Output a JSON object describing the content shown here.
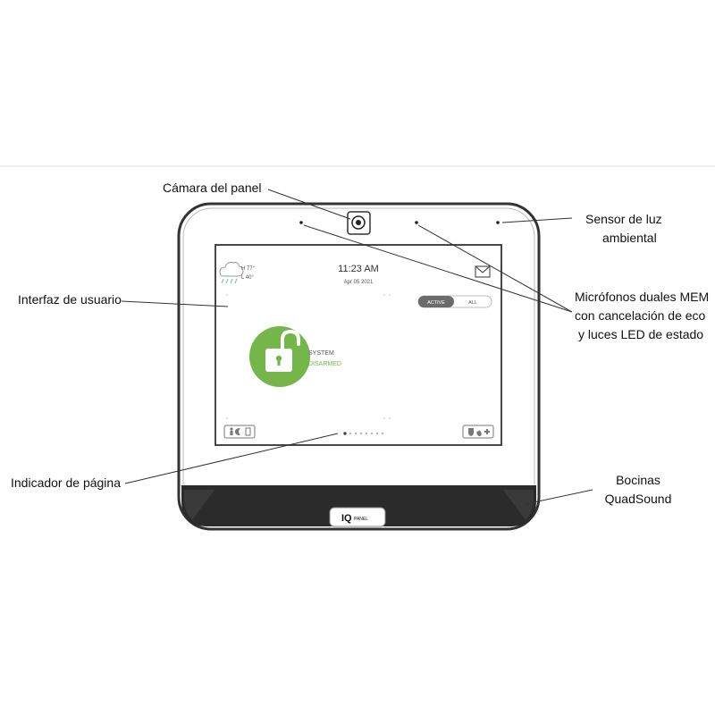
{
  "labels": {
    "camera": "Cámara del panel",
    "light_sensor_line1": "Sensor de luz",
    "light_sensor_line2": "ambiental",
    "user_interface": "Interfaz de usuario",
    "mics_line1": "Micrófonos duales MEM",
    "mics_line2": "con cancelación de eco",
    "mics_line3": "y luces LED de estado",
    "page_indicator": "Indicador de página",
    "speakers_line1": "Bocinas",
    "speakers_line2": "QuadSound"
  },
  "screen": {
    "weather_high": "H 77°",
    "weather_low": "L 40°",
    "time": "11:23 AM",
    "date": "Apr 05 2021",
    "filter_active": "ACTIVE",
    "filter_all": "ALL",
    "status_line1": "SYSTEM",
    "status_line2": "DISARMED",
    "page_dots_total": 8,
    "page_dots_active_index": 0
  },
  "brand": {
    "logo_text": "IQ",
    "logo_sub": "PANEL"
  },
  "colors": {
    "disarmed_green": "#74b64a",
    "device_border": "#333333",
    "speaker_grille": "#2b2b2b"
  },
  "icons": [
    "cloud-rain-icon",
    "envelope-icon",
    "padlock-open-icon",
    "camera-lens-icon"
  ]
}
